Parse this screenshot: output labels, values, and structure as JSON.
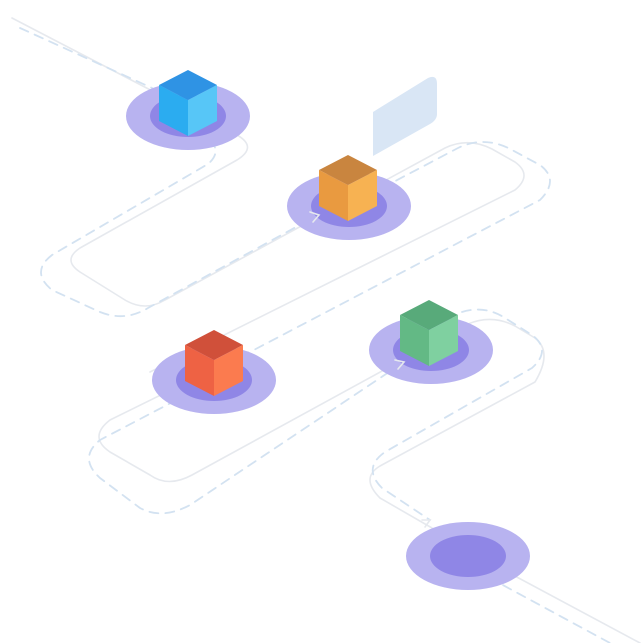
{
  "title": "",
  "colors": {
    "background": "#ffffff",
    "solid_path": "#e6e9ee",
    "dashed_path": "#d3e2f1",
    "pad_outer": "#b8b3f0",
    "pad_inner": "#8f86e6",
    "card": "#d9e6f5"
  },
  "nodes": [
    {
      "id": "blue-cube",
      "icon": "cube-icon",
      "top": "#2f93e4",
      "left": "#2bacf0",
      "right": "#57c6f7"
    },
    {
      "id": "orange-cube",
      "icon": "cube-icon",
      "top": "#c9853f",
      "left": "#e99a40",
      "right": "#f7b252"
    },
    {
      "id": "red-cube",
      "icon": "cube-icon",
      "top": "#d0503a",
      "left": "#ee6244",
      "right": "#fb7b4f"
    },
    {
      "id": "green-cube",
      "icon": "cube-icon",
      "top": "#58aa7a",
      "left": "#63b985",
      "right": "#7fd0a0"
    },
    {
      "id": "empty-pad",
      "icon": "",
      "top": "",
      "left": "",
      "right": ""
    }
  ]
}
